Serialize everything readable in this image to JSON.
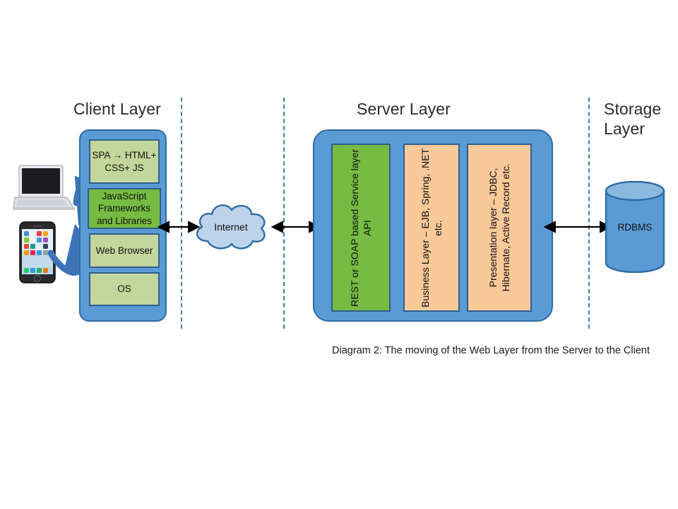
{
  "diagram": {
    "caption": "Diagram 2:  The moving of the Web Layer from the Server to the Client",
    "colors": {
      "blue_fill": "#5b9bd5",
      "blue_stroke": "#2e6ca4",
      "green_light": "#c3d69b",
      "green_bright": "#76bc43",
      "orange": "#fac99a",
      "cloud_fill": "#bdd3ea",
      "cloud_stroke": "#2e6ca4",
      "divider": "#3f73b8",
      "arrow": "#000000",
      "curve_arrow": "#3f73b8"
    }
  },
  "sections": {
    "client": {
      "title": "Client Layer"
    },
    "server": {
      "title": "Server Layer"
    },
    "storage": {
      "title": "Storage\nLayer"
    }
  },
  "client_stack": {
    "boxes": [
      {
        "label": "SPA →\nHTML+ CSS+\nJS",
        "style": "green-light"
      },
      {
        "label": "JavaScript\nFrameworks\nand Libraries",
        "style": "green-bright"
      },
      {
        "label": "Web\nBrowser",
        "style": "green-light"
      },
      {
        "label": "OS",
        "style": "green-light"
      }
    ]
  },
  "server_stack": {
    "columns": [
      {
        "label": "REST or SOAP based Service layer\nAPI",
        "style": "col-green"
      },
      {
        "label": "Business Layer – EJB, Spring, .NET\netc.",
        "style": "col-orange"
      },
      {
        "label": "Presentation layer – JDBC,\nHibernate, Active Record etc.",
        "style": "col-orange"
      }
    ]
  },
  "network": {
    "cloud_label": "Internet"
  },
  "storage": {
    "database_label": "RDBMS"
  },
  "devices": {
    "laptop": "laptop-device",
    "phone": "smartphone-device"
  }
}
